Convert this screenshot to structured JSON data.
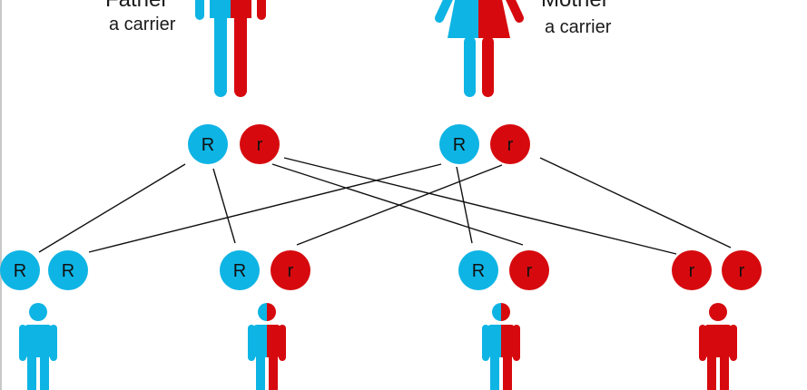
{
  "parents": {
    "father": {
      "title": "Father",
      "subtitle": "a carrier"
    },
    "mother": {
      "title": "Mother",
      "subtitle": "a carrier"
    }
  },
  "colors": {
    "dominant": "#0eb4e4",
    "recessive": "#d60a0e",
    "line": "#111111",
    "allele_text": "#111111"
  },
  "parent_alleles": {
    "father": [
      {
        "letter": "R",
        "kind": "dominant"
      },
      {
        "letter": "r",
        "kind": "recessive"
      }
    ],
    "mother": [
      {
        "letter": "R",
        "kind": "dominant"
      },
      {
        "letter": "r",
        "kind": "recessive"
      }
    ]
  },
  "offspring": [
    {
      "alleles": [
        "R",
        "R"
      ],
      "figure": "dominant"
    },
    {
      "alleles": [
        "R",
        "r"
      ],
      "figure": "split"
    },
    {
      "alleles": [
        "R",
        "r"
      ],
      "figure": "split"
    },
    {
      "alleles": [
        "r",
        "r"
      ],
      "figure": "recessive"
    }
  ],
  "icons": {
    "father_figure": "male-person-icon",
    "mother_figure": "female-person-icon",
    "child_figure": "child-person-icon"
  }
}
